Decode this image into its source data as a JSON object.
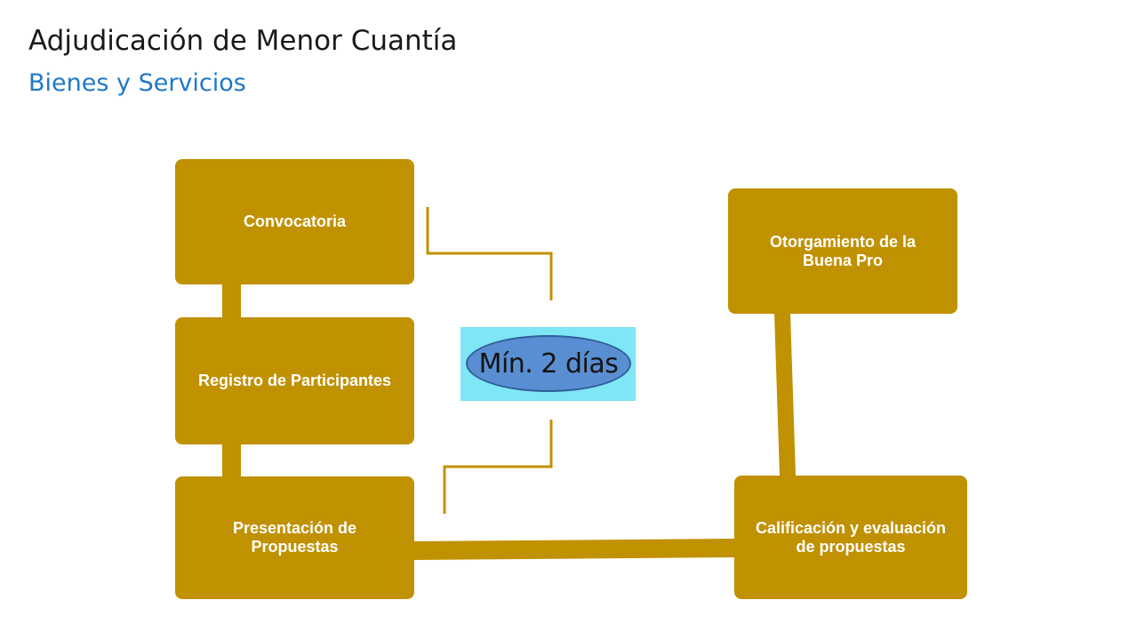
{
  "header": {
    "title": "Adjudicación de Menor Cuantía",
    "subtitle": "Bienes  y Servicios"
  },
  "diagram": {
    "steps": [
      {
        "label": "Convocatoria"
      },
      {
        "label": "Registro de Participantes"
      },
      {
        "label": "Presentación de Propuestas"
      },
      {
        "label": "Calificación y evaluación de propuestas"
      },
      {
        "label": "Otorgamiento de la Buena Pro"
      }
    ],
    "duration_label": "Mín. 2 días",
    "colors": {
      "step_fill": "#c09100",
      "step_text": "#ffffff",
      "bracket_line": "#c09100",
      "duration_background": "#7fe6f5",
      "duration_oval": "#5a8ed2",
      "subtitle": "#1f78c8"
    }
  }
}
